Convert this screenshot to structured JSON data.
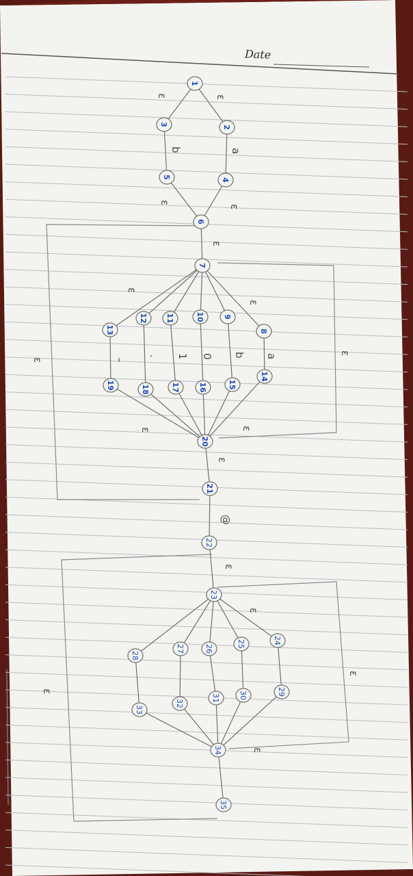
{
  "header": {
    "date_label": "Date"
  },
  "diagram": {
    "states": [
      "1",
      "2",
      "3",
      "4",
      "5",
      "6",
      "7",
      "8",
      "9",
      "10",
      "11",
      "12",
      "13",
      "14",
      "15",
      "16",
      "17",
      "18",
      "19",
      "20",
      "21",
      "22",
      "23",
      "24",
      "25",
      "26",
      "27",
      "28",
      "29",
      "30",
      "31",
      "32",
      "33",
      "34",
      "35"
    ],
    "transition_symbols": [
      "ε",
      "a",
      "b",
      "0",
      "1",
      ".",
      "–",
      "@"
    ],
    "colors": {
      "pencil": "#6b6b6b",
      "ink_blue": "#1f4fb8",
      "paper": "#f4f5f1",
      "rule_line": "#b9bcc4",
      "fabric": "#5a1a14"
    }
  }
}
